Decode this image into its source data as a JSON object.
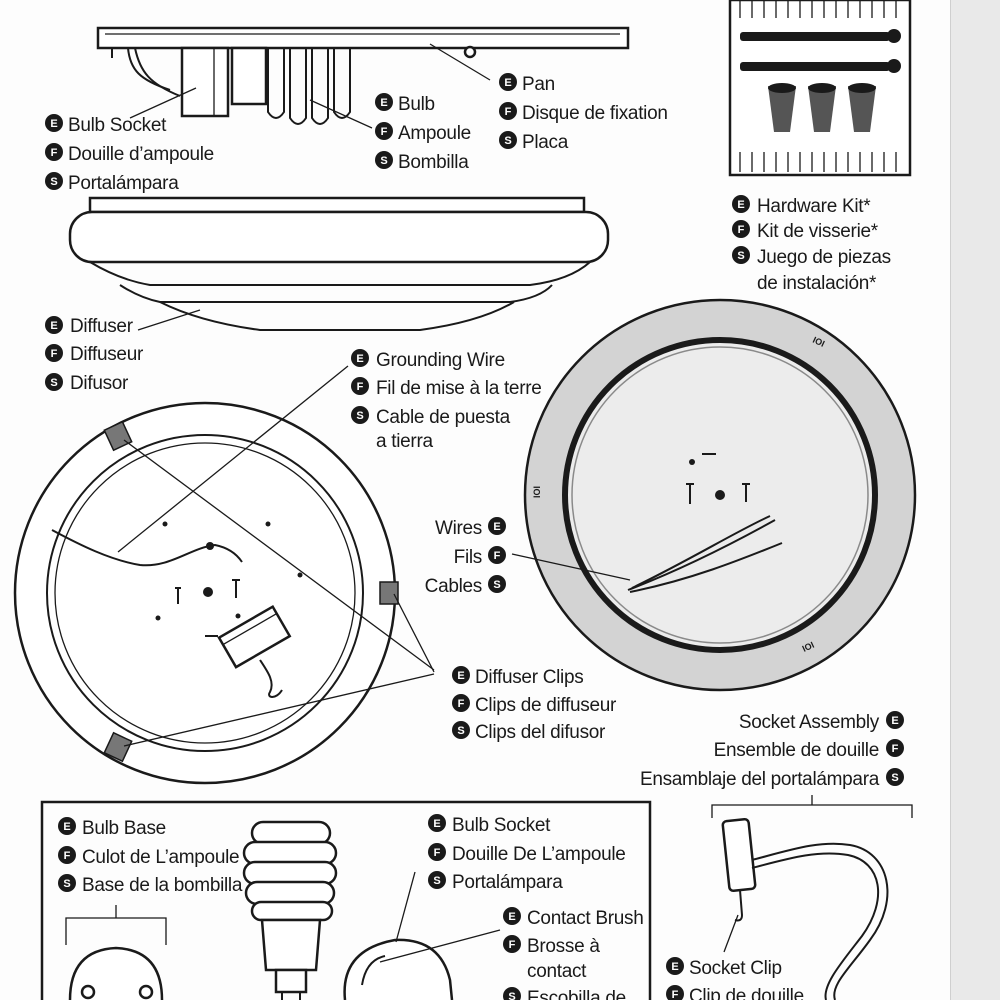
{
  "labels": {
    "pan": {
      "en": "Pan",
      "fr": "Disque de fixation",
      "es": "Placa"
    },
    "bulb_socket_top": {
      "en": "Bulb Socket",
      "fr": "Douille d’ampoule",
      "es": "Portalámpara"
    },
    "bulb": {
      "en": "Bulb",
      "fr": "Ampoule",
      "es": "Bombilla"
    },
    "hardware_kit": {
      "en": "Hardware Kit*",
      "fr": "Kit de visserie*",
      "es_line1": "Juego de piezas",
      "es_line2": "de instalación*"
    },
    "diffuser": {
      "en": "Diffuser",
      "fr": "Diffuseur",
      "es": "Difusor"
    },
    "grounding_wire": {
      "en": "Grounding Wire",
      "fr": "Fil de mise à la terre",
      "es_line1": "Cable de  puesta",
      "es_line2": "a tierra"
    },
    "wires": {
      "en": "Wires",
      "fr": "Fils",
      "es": "Cables"
    },
    "diffuser_clips": {
      "en": "Diffuser Clips",
      "fr": "Clips de diffuseur",
      "es": "Clips del difusor"
    },
    "socket_assembly": {
      "en": "Socket Assembly",
      "fr": "Ensemble de douille",
      "es": "Ensamblaje del portalámpara"
    },
    "bulb_base": {
      "en": "Bulb Base",
      "fr": "Culot de L’ampoule",
      "es": "Base de la bombilla"
    },
    "bulb_socket_bottom": {
      "en": "Bulb Socket",
      "fr": "Douille De L’ampoule",
      "es": "Portalámpara"
    },
    "contact_brush": {
      "en": "Contact Brush",
      "fr_line1": "Brosse à",
      "fr_line2": "contact",
      "es_line1": "Escobilla de"
    },
    "socket_clip": {
      "en": "Socket Clip",
      "fr": "Clip de douille"
    }
  },
  "badges": {
    "english": "E",
    "french": "F",
    "spanish": "S"
  },
  "pan_marks": {
    "label": "IOI"
  },
  "colors": {
    "ink": "#1a1a1a",
    "paper": "#fdfdfd",
    "gutter": "#e9e9e9"
  }
}
